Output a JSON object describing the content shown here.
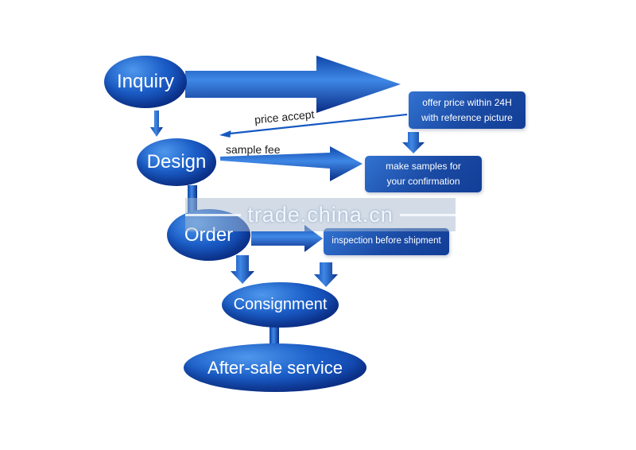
{
  "nodes": {
    "inquiry": {
      "label": "Inquiry"
    },
    "design": {
      "label": "Design"
    },
    "order": {
      "label": "Order"
    },
    "consignment": {
      "label": "Consignment"
    },
    "after_sale": {
      "label": "After-sale service"
    }
  },
  "boxes": {
    "offer_price": {
      "line1": "offer price within 24H",
      "line2": "with reference picture"
    },
    "make_samples": {
      "line1": "make samples for",
      "line2": "your confirmation"
    },
    "inspection": {
      "label": "inspection before shipment"
    }
  },
  "edge_labels": {
    "price_accept": "price accept",
    "sample_fee": "sample fee"
  },
  "watermark": {
    "text": "trade.china.cn"
  },
  "colors": {
    "node_blue_light": "#4e97ec",
    "node_blue_dark": "#0a2f92",
    "box_blue": "#1a4aa4",
    "arrow_blue": "#1659c2"
  }
}
